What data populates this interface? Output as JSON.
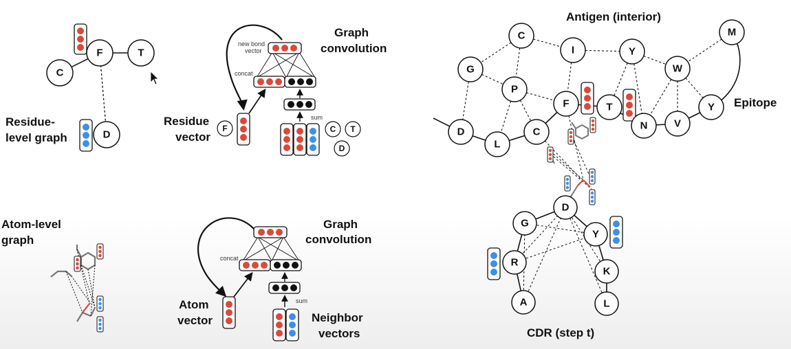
{
  "panels": {
    "residue_graph": {
      "label_line1": "Residue-",
      "label_line2": "level graph",
      "nodes": [
        "F",
        "T",
        "C",
        "D"
      ]
    },
    "residue_conv": {
      "title_line1": "Graph",
      "title_line2": "convolution",
      "input_label_line1": "Residue",
      "input_label_line2": "vector",
      "new_bond_line1": "new bond",
      "new_bond_line2": "vector",
      "concat": "concat",
      "sum": "sum",
      "input_node": "F",
      "neighbors": [
        "C",
        "T",
        "D"
      ]
    },
    "atom_graph": {
      "label_line1": "Atom-level",
      "label_line2": "graph"
    },
    "atom_conv": {
      "title_line1": "Graph",
      "title_line2": "convolution",
      "input_label_line1": "Atom",
      "input_label_line2": "vector",
      "concat": "concat",
      "sum": "sum",
      "neighbor_label_line1": "Neighbor",
      "neighbor_label_line2": "vectors"
    },
    "complex": {
      "antigen_label": "Antigen (interior)",
      "epitope_label": "Epitope",
      "cdr_label": "CDR (step t)",
      "antigen_nodes": [
        "C",
        "I",
        "Y",
        "M",
        "G",
        "P",
        "W",
        "F",
        "T",
        "Y",
        "N",
        "V",
        "D",
        "L",
        "C"
      ],
      "cdr_nodes": [
        "D",
        "G",
        "Y",
        "R",
        "K",
        "A",
        "L"
      ]
    }
  },
  "colors": {
    "red": "#d94a3a",
    "blue": "#3f8fe8",
    "black": "#111111"
  },
  "cursor_icon": "mouse-pointer-icon"
}
